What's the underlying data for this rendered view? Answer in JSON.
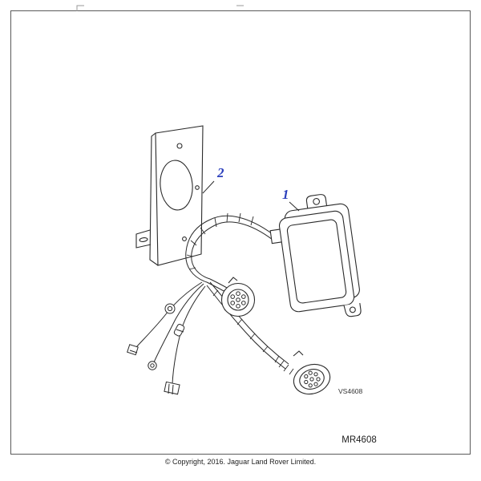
{
  "figure": {
    "callouts": {
      "module": {
        "label": "1"
      },
      "bracket": {
        "label": "2"
      }
    },
    "connector_code": "VS4608",
    "figure_number": "MR4608",
    "colors": {
      "callout_blue": "#2b3fbc",
      "line": "#2a2a2a",
      "border": "#5a5a5a"
    }
  },
  "footer": {
    "copyright": "© Copyright, 2016. Jaguar Land Rover Limited."
  }
}
